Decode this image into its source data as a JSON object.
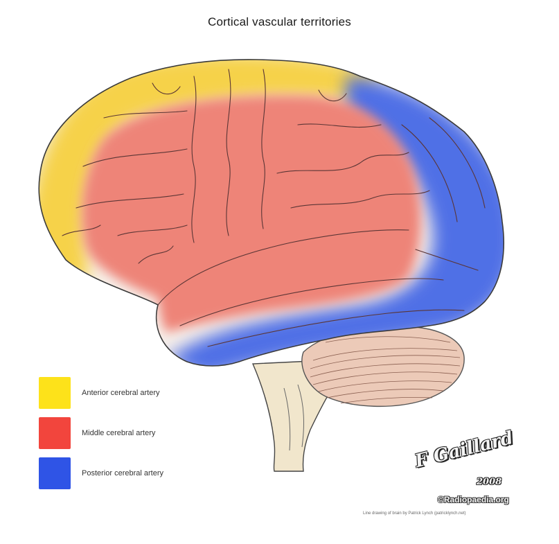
{
  "title": "Cortical vascular territories",
  "legend": [
    {
      "label": "Anterior cerebral artery",
      "color": "#fde21a"
    },
    {
      "label": "Middle cerebral artery",
      "color": "#f2453d"
    },
    {
      "label": "Posterior cerebral artery",
      "color": "#2f54e6"
    }
  ],
  "territory_colors": {
    "anterior": "#f6d24a",
    "middle": "#ee8478",
    "posterior": "#4f6fe6"
  },
  "signature": {
    "name": "F Gaillard",
    "year": "2008",
    "copyright": "©Radiopaedia.org",
    "credit": "Line drawing of brain by Patrick Lynch (patricklynch.net)"
  }
}
